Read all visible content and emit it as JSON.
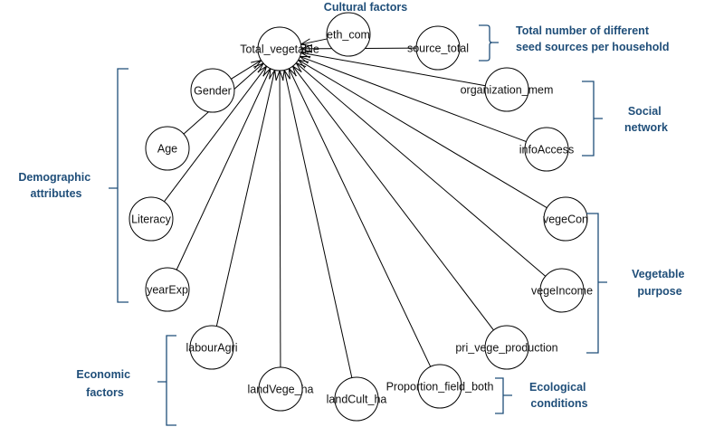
{
  "colors": {
    "annotation": "#1F4E79",
    "edge": "#000000",
    "node_fill": "#ffffff",
    "node_stroke": "#000000"
  },
  "target_node": "Total_vegetable",
  "nodes": [
    {
      "id": "total",
      "label": "Total_vegetable"
    },
    {
      "id": "eth",
      "label": "eth_com"
    },
    {
      "id": "source",
      "label": "source_total"
    },
    {
      "id": "gender",
      "label": "Gender"
    },
    {
      "id": "org",
      "label": "organization_mem"
    },
    {
      "id": "age",
      "label": "Age"
    },
    {
      "id": "info",
      "label": "infoAccess"
    },
    {
      "id": "literacy",
      "label": "Literacy"
    },
    {
      "id": "vegecon",
      "label": "vegeCon"
    },
    {
      "id": "yearexp",
      "label": "yearExp"
    },
    {
      "id": "vegeincome",
      "label": "vegeIncome"
    },
    {
      "id": "labour",
      "label": "labourAgri"
    },
    {
      "id": "privege",
      "label": "pri_vege_production"
    },
    {
      "id": "landvege",
      "label": "landVege_ha"
    },
    {
      "id": "landcult",
      "label": "landCult_ha"
    },
    {
      "id": "propfield",
      "label": "Proportion_field_both"
    }
  ],
  "edges": [
    {
      "from": "eth",
      "to": "total"
    },
    {
      "from": "source",
      "to": "total"
    },
    {
      "from": "gender",
      "to": "total"
    },
    {
      "from": "org",
      "to": "total"
    },
    {
      "from": "age",
      "to": "total"
    },
    {
      "from": "info",
      "to": "total"
    },
    {
      "from": "literacy",
      "to": "total"
    },
    {
      "from": "vegecon",
      "to": "total"
    },
    {
      "from": "yearexp",
      "to": "total"
    },
    {
      "from": "vegeincome",
      "to": "total"
    },
    {
      "from": "labour",
      "to": "total"
    },
    {
      "from": "privege",
      "to": "total"
    },
    {
      "from": "landvege",
      "to": "total"
    },
    {
      "from": "landcult",
      "to": "total"
    },
    {
      "from": "propfield",
      "to": "total"
    }
  ],
  "groups": {
    "cultural": {
      "lines": [
        "Cultural factors"
      ]
    },
    "seed_sources": {
      "lines": [
        "Total number of different",
        "seed sources per household"
      ]
    },
    "social": {
      "lines": [
        "Social",
        "network"
      ]
    },
    "demographic": {
      "lines": [
        "Demographic",
        "attributes"
      ]
    },
    "vegetable_purpose": {
      "lines": [
        "Vegetable",
        "purpose"
      ]
    },
    "economic": {
      "lines": [
        "Economic",
        "factors"
      ]
    },
    "ecological": {
      "lines": [
        "Ecological",
        "conditions"
      ]
    }
  }
}
